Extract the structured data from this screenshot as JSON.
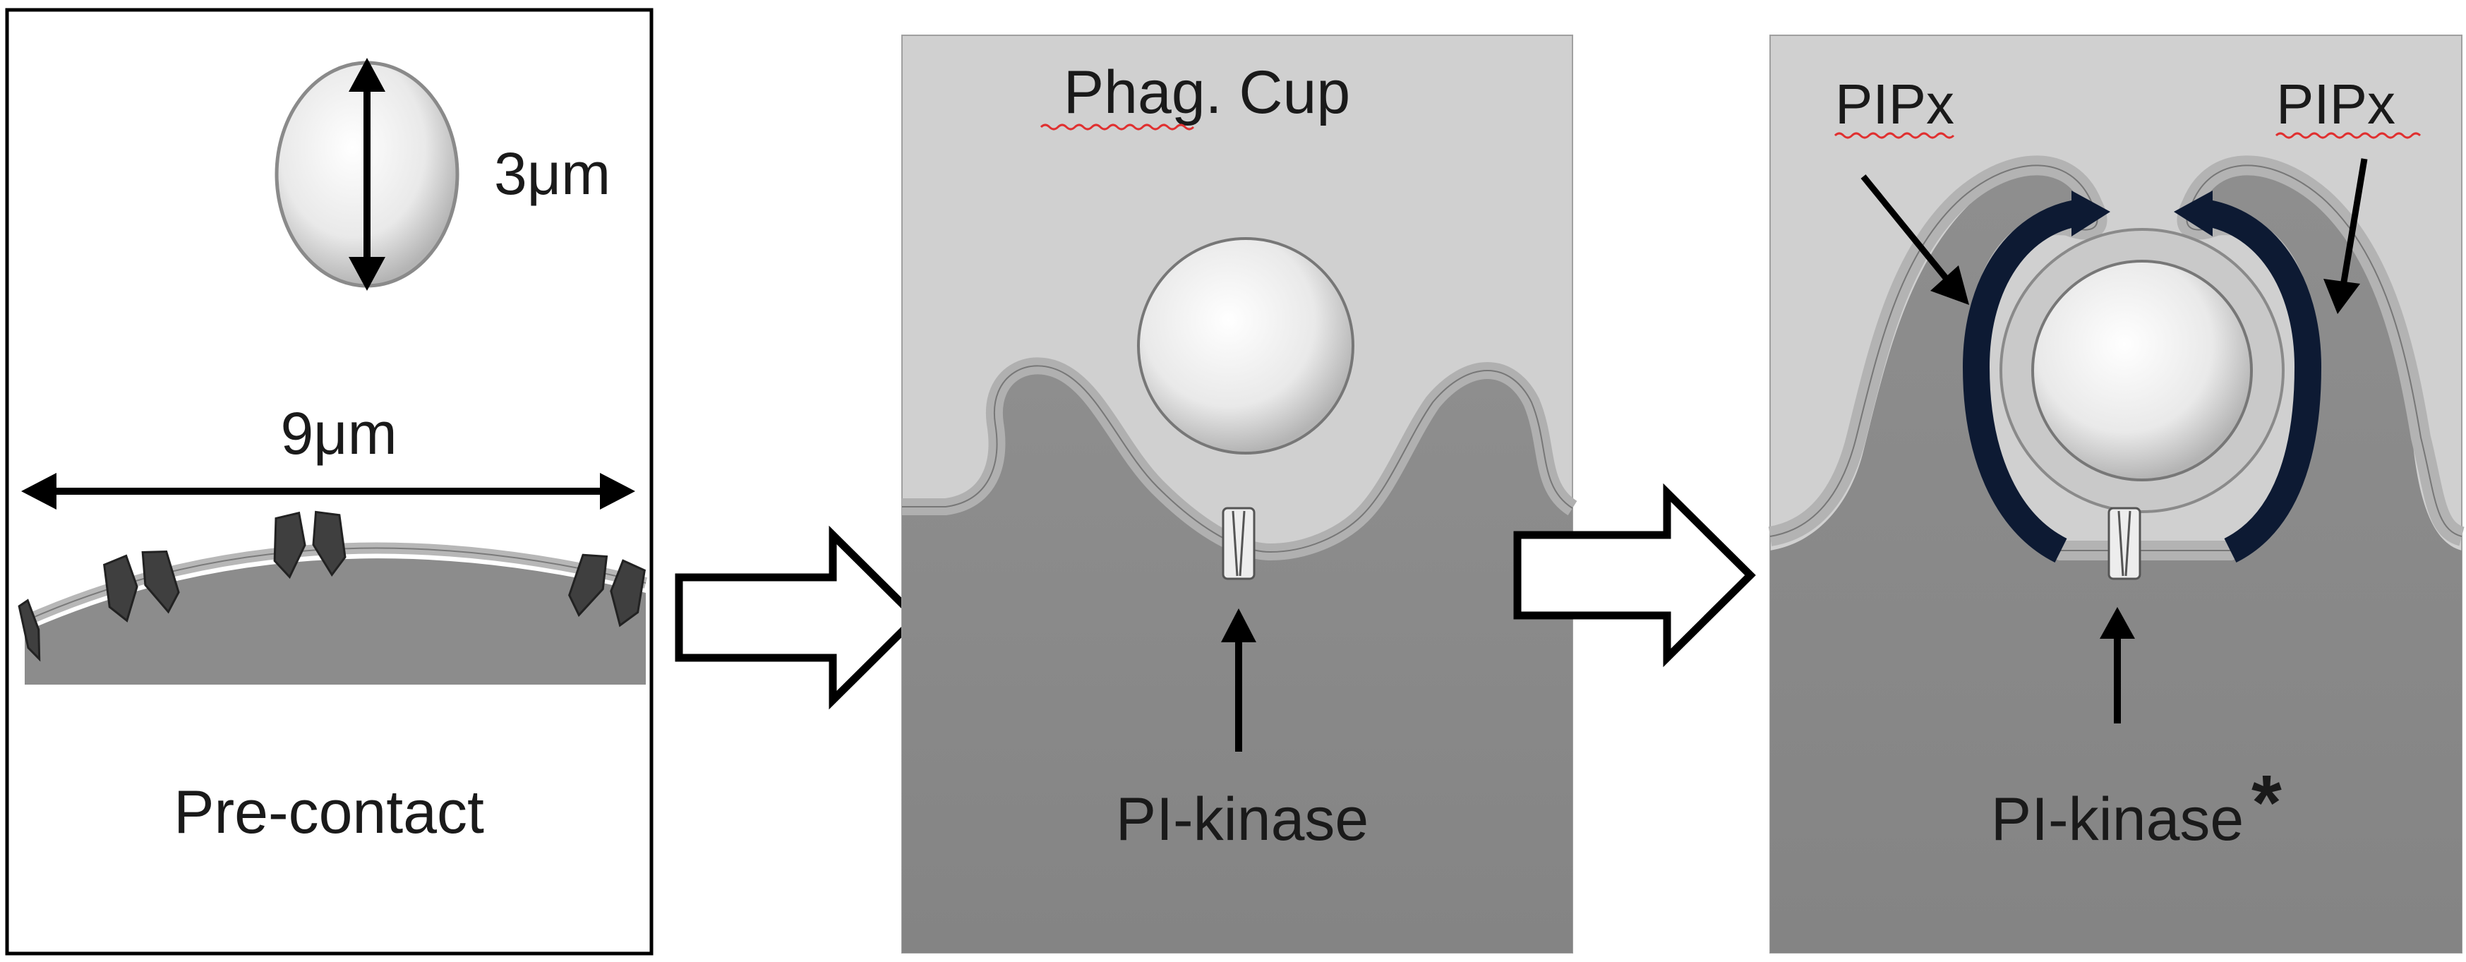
{
  "panels": [
    {
      "id": "pre-contact",
      "caption": "Pre-contact",
      "bead_diameter_label": "3μm",
      "membrane_width_label": "9μm"
    },
    {
      "id": "phag-cup",
      "title": "Phag. Cup",
      "enzyme_label": "PI-kinase"
    },
    {
      "id": "closure",
      "lipid_label_left": "PIPx",
      "lipid_label_right": "PIPx",
      "enzyme_label": "PI-kinase",
      "enzyme_marker": "*"
    }
  ],
  "colors": {
    "background": "#ffffff",
    "cell_light": "#d0d0d0",
    "cytoplasm_dark": "#8c8c8c",
    "bead": "#e6e6e6",
    "receptor": "#3f3f3f",
    "pipx_arrow": "#0d1a33"
  }
}
